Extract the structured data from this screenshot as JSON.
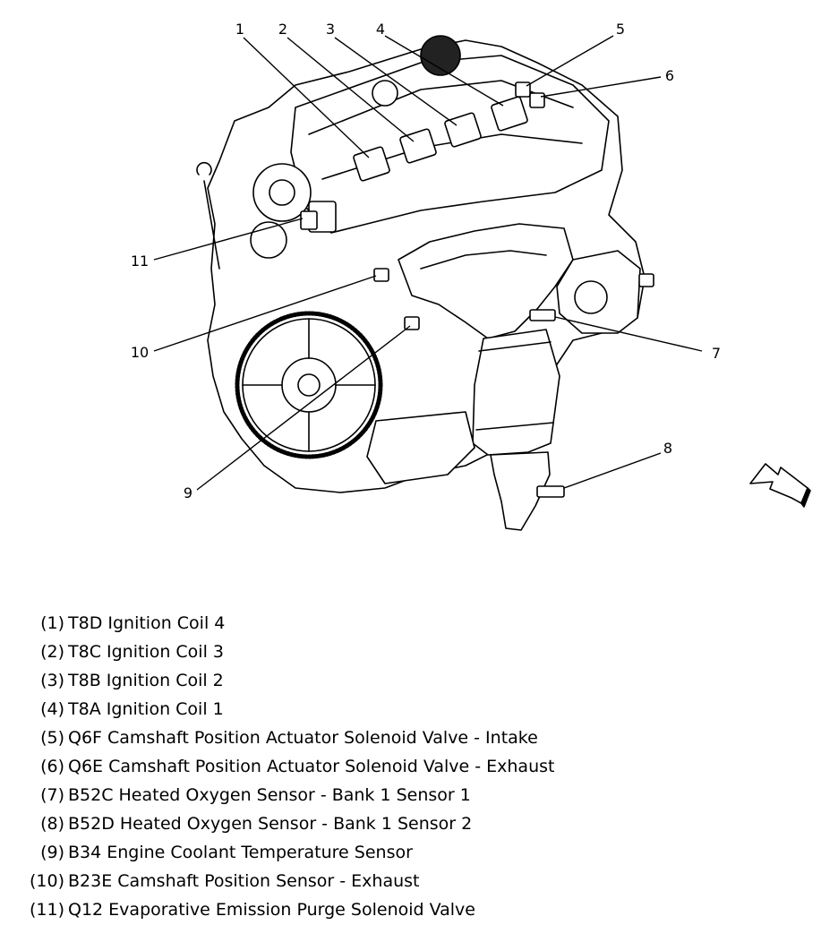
{
  "callouts": [
    {
      "id": 1,
      "label": "1"
    },
    {
      "id": 2,
      "label": "2"
    },
    {
      "id": 3,
      "label": "3"
    },
    {
      "id": 4,
      "label": "4"
    },
    {
      "id": 5,
      "label": "5"
    },
    {
      "id": 6,
      "label": "6"
    },
    {
      "id": 7,
      "label": "7"
    },
    {
      "id": 8,
      "label": "8"
    },
    {
      "id": 9,
      "label": "9"
    },
    {
      "id": 10,
      "label": "10"
    },
    {
      "id": 11,
      "label": "11"
    }
  ],
  "legend": [
    {
      "num": "(1)",
      "text": "T8D Ignition Coil 4"
    },
    {
      "num": "(2)",
      "text": "T8C Ignition Coil 3"
    },
    {
      "num": "(3)",
      "text": "T8B Ignition Coil 2"
    },
    {
      "num": "(4)",
      "text": "T8A Ignition Coil 1"
    },
    {
      "num": "(5)",
      "text": "Q6F Camshaft Position Actuator Solenoid Valve - Intake"
    },
    {
      "num": "(6)",
      "text": "Q6E Camshaft Position Actuator Solenoid Valve - Exhaust"
    },
    {
      "num": "(7)",
      "text": "B52C Heated Oxygen Sensor - Bank 1 Sensor 1"
    },
    {
      "num": "(8)",
      "text": "B52D Heated Oxygen Sensor - Bank 1 Sensor 2"
    },
    {
      "num": "(9)",
      "text": "B34 Engine Coolant Temperature Sensor"
    },
    {
      "num": "(10)",
      "text": "B23E Camshaft Position Sensor - Exhaust"
    },
    {
      "num": "(11)",
      "text": "Q12 Evaporative Emission Purge Solenoid Valve"
    }
  ]
}
